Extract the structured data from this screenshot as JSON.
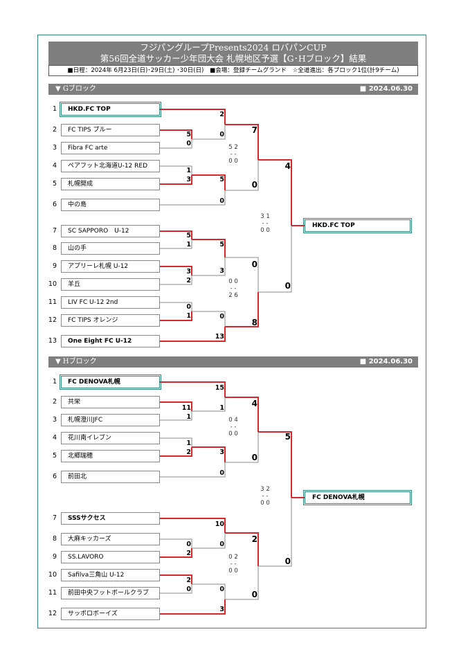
{
  "header": {
    "title_line1": "フジパングループPresents2024 ロバパンCUP",
    "title_line2": "第56回全道サッカー少年団大会 札幌地区予選【G･Hブロック】結果",
    "info": "■日程：2024年 6月23日(日)･29日(土) ･30日(日)　■会場：登録チームグランド　☆全道進出：各ブロック1位(計9チーム)"
  },
  "blocks": [
    {
      "label": "▼ Gブロック",
      "date": "■  2024.06.30",
      "teams": [
        {
          "seed": "1",
          "name": "HKD.FC TOP"
        },
        {
          "seed": "2",
          "name": "FC TIPS ブルー"
        },
        {
          "seed": "3",
          "name": "Fibra FC arte"
        },
        {
          "seed": "4",
          "name": "ペアフット北海道U-12 RED"
        },
        {
          "seed": "5",
          "name": "札幌開成"
        },
        {
          "seed": "6",
          "name": "中の島"
        },
        {
          "seed": "7",
          "name": "SC SAPPORO　U-12"
        },
        {
          "seed": "8",
          "name": "山の手"
        },
        {
          "seed": "9",
          "name": "アプリーレ札幌 U-12"
        },
        {
          "seed": "10",
          "name": "羊丘"
        },
        {
          "seed": "11",
          "name": "LIV FC U-12 2nd"
        },
        {
          "seed": "12",
          "name": "FC TIPS オレンジ"
        },
        {
          "seed": "13",
          "name": "One Eight FC U-12"
        }
      ],
      "champion": "HKD.FC TOP",
      "scores": [
        "2",
        "5",
        "0",
        "0",
        "1",
        "3",
        "5",
        "0",
        "7",
        "0",
        "5",
        "1",
        "5",
        "3",
        "3",
        "2",
        "0",
        "1",
        "0",
        "13",
        "0",
        "8",
        "4",
        "0"
      ],
      "pk": [
        [
          "5 2",
          "- -",
          "0 0"
        ],
        [
          "0 0",
          "- -",
          "2 6"
        ],
        [
          "3 1",
          "- -",
          "0 0"
        ]
      ]
    },
    {
      "label": "▼ Hブロック",
      "date": "■  2024.06.30",
      "teams": [
        {
          "seed": "1",
          "name": "FC DENOVA札幌"
        },
        {
          "seed": "2",
          "name": "共栄"
        },
        {
          "seed": "3",
          "name": "札幌澄川JFC"
        },
        {
          "seed": "4",
          "name": "花川南イレブン"
        },
        {
          "seed": "5",
          "name": "北郷瑞穂"
        },
        {
          "seed": "6",
          "name": "前田北"
        },
        {
          "seed": "7",
          "name": "SSSサクセス"
        },
        {
          "seed": "8",
          "name": "大麻キッカーズ"
        },
        {
          "seed": "9",
          "name": "SS.LAVORO"
        },
        {
          "seed": "10",
          "name": "Safilva三角山 U-12"
        },
        {
          "seed": "11",
          "name": "前田中央フットボールクラブ"
        },
        {
          "seed": "12",
          "name": "サッポロボーイズ"
        }
      ],
      "champion": "FC DENOVA札幌",
      "scores": [
        "15",
        "11",
        "1",
        "1",
        "1",
        "2",
        "3",
        "0",
        "4",
        "0",
        "10",
        "0",
        "2",
        "0",
        "2",
        "0",
        "0",
        "3",
        "2",
        "0",
        "5",
        "0"
      ],
      "pk": [
        [
          "0 4",
          "- -",
          "0 0"
        ],
        [
          "0 2",
          "- -",
          "0 0"
        ],
        [
          "3 2",
          "- -",
          "0 0"
        ]
      ]
    }
  ],
  "colors": {
    "accent": "#2e8b7a",
    "win_line": "#d9262c",
    "line": "#888888",
    "bar": "#7f7f7f"
  }
}
